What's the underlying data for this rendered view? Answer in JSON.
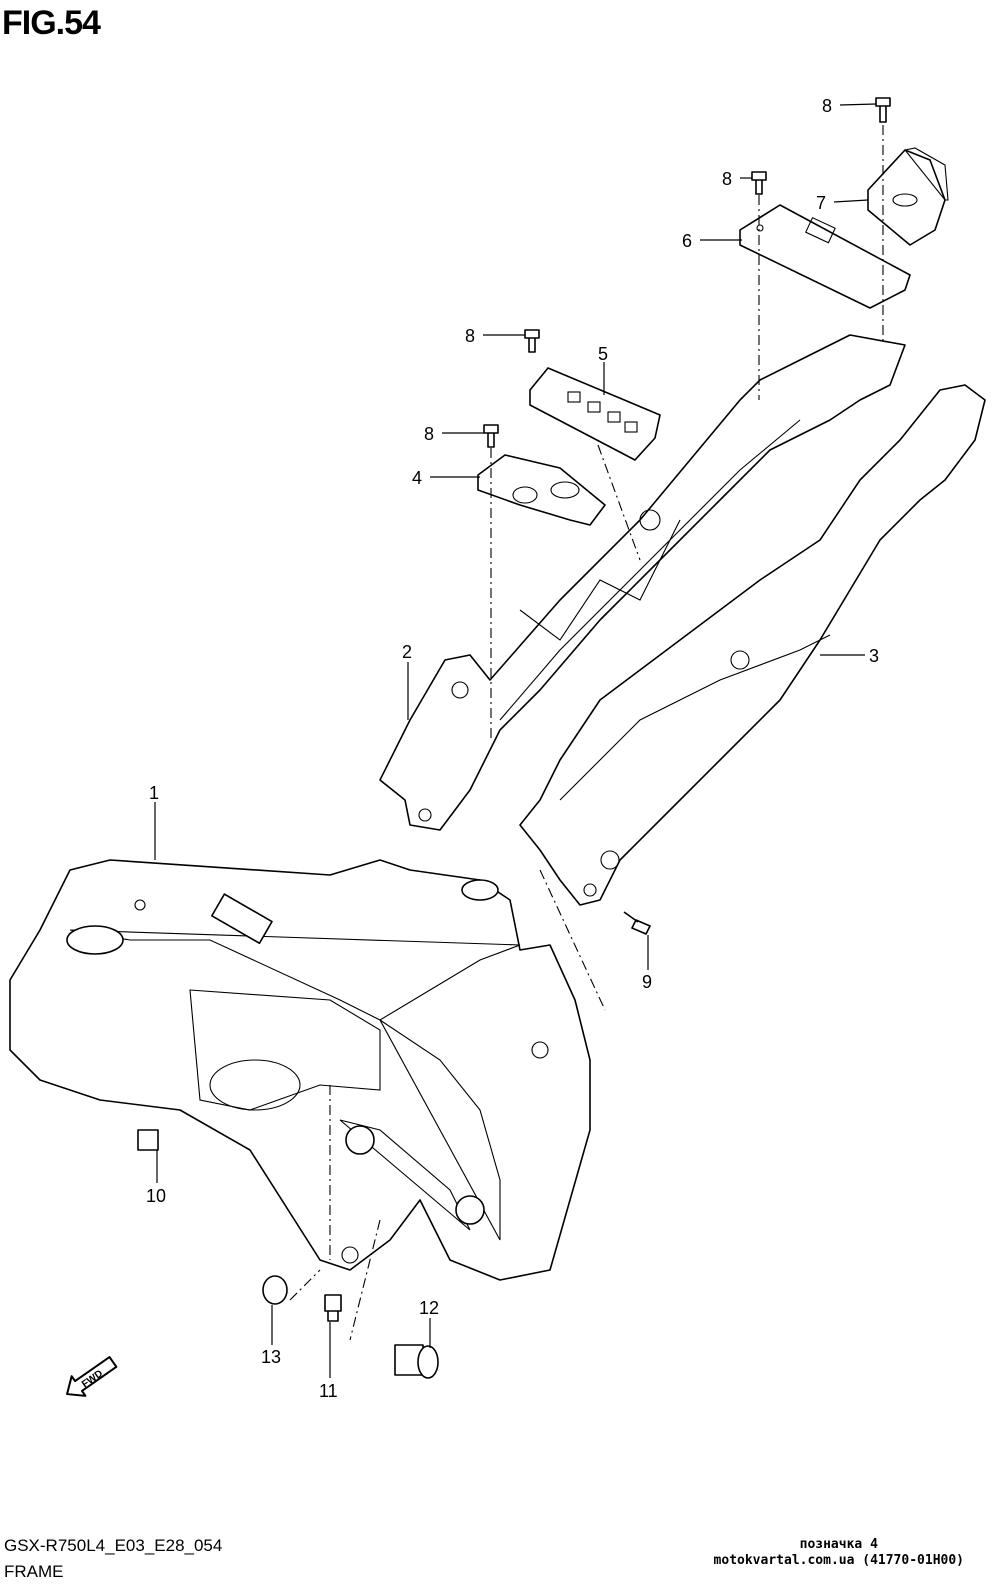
{
  "figure": {
    "title": "FIG.54",
    "code": "GSX-R750L4_E03_E28_054",
    "name": "FRAME"
  },
  "watermark": {
    "line1": "позначка 4",
    "line2": "motokvartal.com.ua (41770-01H00)"
  },
  "fwd_label": "FWD",
  "callouts": {
    "c1": "1",
    "c2": "2",
    "c3": "3",
    "c4": "4",
    "c5": "5",
    "c6": "6",
    "c7": "7",
    "c8a": "8",
    "c8b": "8",
    "c8c": "8",
    "c8d": "8",
    "c9": "9",
    "c10": "10",
    "c11": "11",
    "c12": "12",
    "c13": "13"
  }
}
